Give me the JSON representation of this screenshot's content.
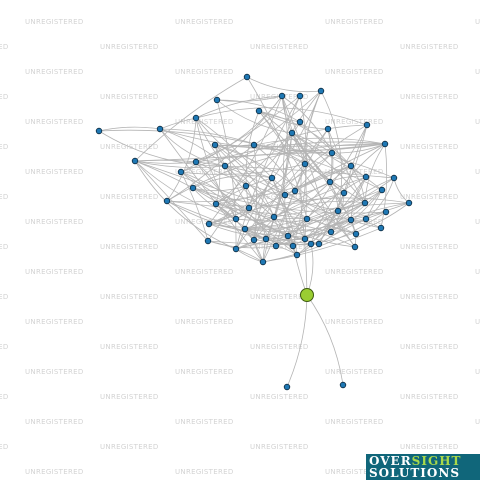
{
  "watermark": {
    "text": "UNREGISTERED",
    "color": "#d3d3d3"
  },
  "graph": {
    "edge_color": "#b4b4b4",
    "node_color": "#1f78b4",
    "hub_color": "#9acd32",
    "node_count": 66,
    "hub_degree": 3,
    "edge_density": 0.12
  },
  "logo": {
    "line1_part1": "OVER",
    "line1_part2": "SIGHT",
    "line2": "SOLUTIONS",
    "background": "#10667a",
    "accent": "#a8d84a"
  }
}
